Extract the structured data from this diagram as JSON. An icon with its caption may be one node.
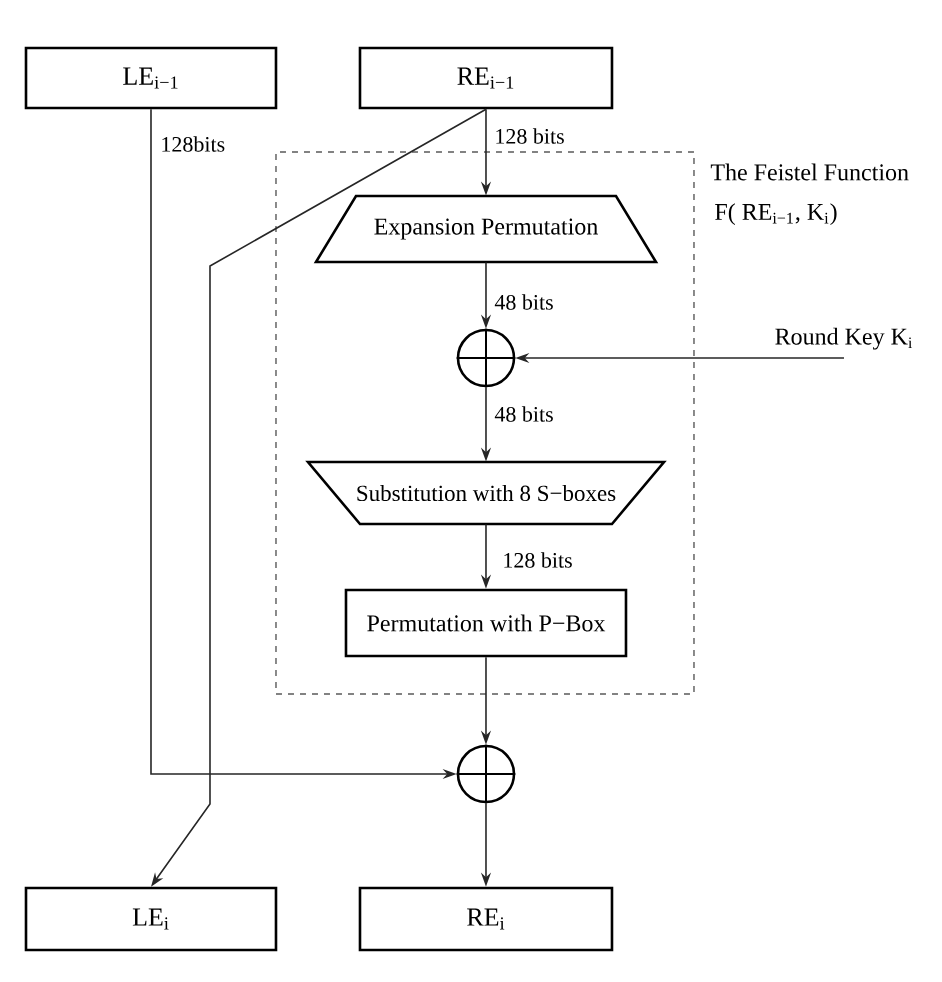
{
  "diagram": {
    "nodes": [
      {
        "text": [
          "LE$_{i−1}$"
        ]
      },
      {
        "text": [
          "RE$_{i−1}$"
        ]
      },
      {
        "text": [
          "The Feistel Function",
          "F( RE$_{i−1}$, K$_{i}$)"
        ]
      },
      {
        "text": [
          "Expansion Permutation"
        ],
        "in": 2
      },
      {
        "text": [],
        "shape": "circle",
        "in": 2
      },
      {
        "text": [
          "Round Key K$_{i}$"
        ]
      },
      {
        "text": [
          "Substitution with 8 S−boxes"
        ],
        "in": 2
      },
      {
        "text": [
          "Permutation with P−Box"
        ],
        "in": 2
      },
      {
        "text": [],
        "shape": "circle"
      },
      {
        "text": [
          "LE$_{i}$"
        ]
      },
      {
        "text": [
          "RE$_{i}$"
        ]
      }
    ],
    "edges": [
      {
        "from": 1,
        "to": 3,
        "arrow": "to",
        "label": "128 bits"
      },
      {
        "from": 3,
        "to": 4,
        "arrow": "to",
        "label": "48 bits"
      },
      {
        "from": 5,
        "to": 4,
        "arrow": "to"
      },
      {
        "from": 4,
        "to": 6,
        "arrow": "to",
        "label": "48 bits"
      },
      {
        "from": 6,
        "to": 7,
        "arrow": "to",
        "label": "128 bits"
      },
      {
        "from": 7,
        "to": 8,
        "arrow": "to"
      },
      {
        "from": 0,
        "to": 8,
        "arrow": "to",
        "label": "128bits"
      },
      {
        "from": 1,
        "to": 9,
        "arrow": "to"
      },
      {
        "from": 8,
        "to": 10,
        "arrow": "to"
      }
    ]
  }
}
